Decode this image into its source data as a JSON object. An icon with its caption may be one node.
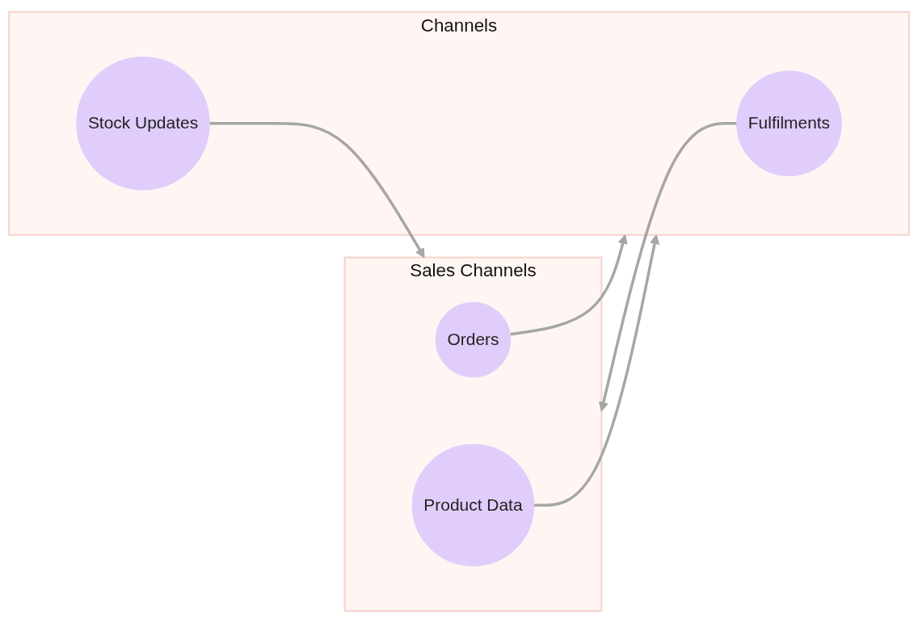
{
  "diagram": {
    "nodes": [
      {
        "text": [
          "Sales Channels"
        ]
      },
      {
        "text": [
          "Orders"
        ],
        "in": 0
      },
      {
        "text": [
          "Product Data"
        ],
        "in": 0
      },
      {
        "text": [
          "Channels"
        ]
      },
      {
        "text": [
          "Fulfilments"
        ],
        "in": 3
      },
      {
        "text": [
          "Stock Updates"
        ],
        "in": 3
      }
    ],
    "edges": [
      {
        "from": 1,
        "to": 3,
        "arrow": "to"
      },
      {
        "from": 4,
        "to": 0,
        "arrow": "to"
      },
      {
        "from": 5,
        "to": 0,
        "arrow": "to"
      },
      {
        "from": 2,
        "to": 3,
        "arrow": "to"
      }
    ]
  }
}
